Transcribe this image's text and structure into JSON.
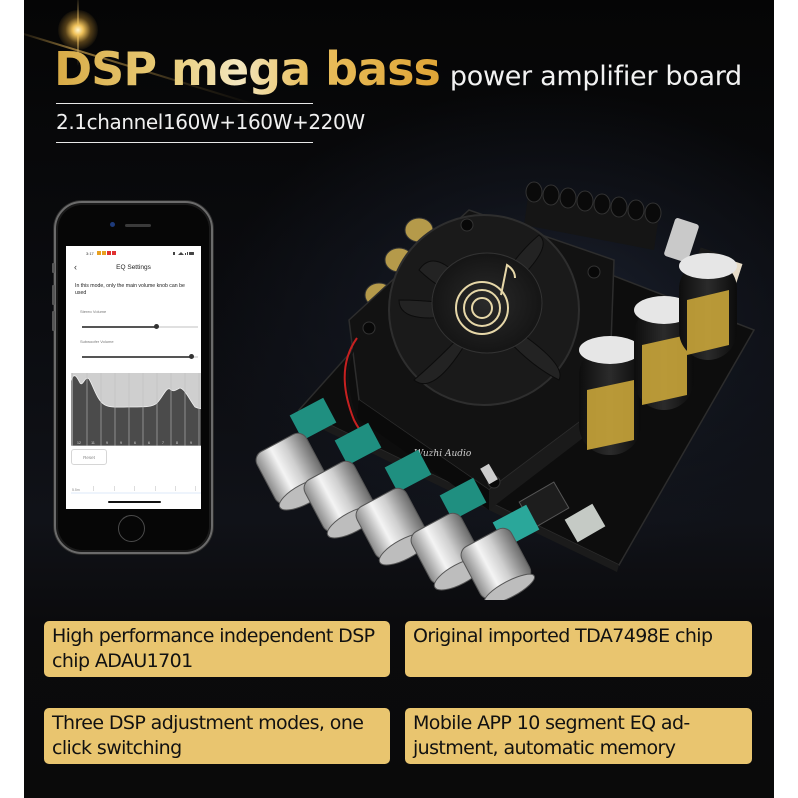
{
  "header": {
    "title_main": "DSP mega bass",
    "title_sub": "power amplifier board",
    "spec": "2.1channel160W+160W+220W"
  },
  "phone": {
    "status_bar": {
      "time": "3:17",
      "right_icons": "signal-wifi-battery"
    },
    "nav": {
      "back_icon": "chevron-left-icon",
      "back_glyph": "‹",
      "title": "EQ Settings"
    },
    "mode_note": "In this mode, only the main volume knob can be used",
    "sliders": [
      {
        "label": "Stereo Volume",
        "value_pct": 64
      },
      {
        "label": "Subwoofer Volume",
        "value_pct": 94
      }
    ],
    "eq": {
      "band_labels": [
        "12",
        "11",
        "9",
        "9",
        "6",
        "6",
        "7",
        "8",
        "9",
        "9"
      ],
      "fill_color": "#4a4a4a",
      "bg_color": "#cfcfcf"
    },
    "reset_label": "Reset",
    "bottom_tick_label": "5.5m"
  },
  "product": {
    "name": "DSP amplifier board with cooling fan, capacitors and five rotary knobs",
    "fan_logo": "music-note-spiral-logo",
    "brand_text": "Wuzhi Audio"
  },
  "features": [
    {
      "text": "High performance independent DSP chip ADAU1701"
    },
    {
      "text": "Original imported TDA7498E chip"
    },
    {
      "text": "Three DSP adjustment modes, one click switching"
    },
    {
      "text": "Mobile APP 10 segment EQ ad-justment, automatic memory"
    }
  ],
  "colors": {
    "background": "#0a0a0c",
    "gold_accent": "#e9c56f",
    "title_gold": "#e0b050",
    "text_light": "#f2f2f2"
  }
}
